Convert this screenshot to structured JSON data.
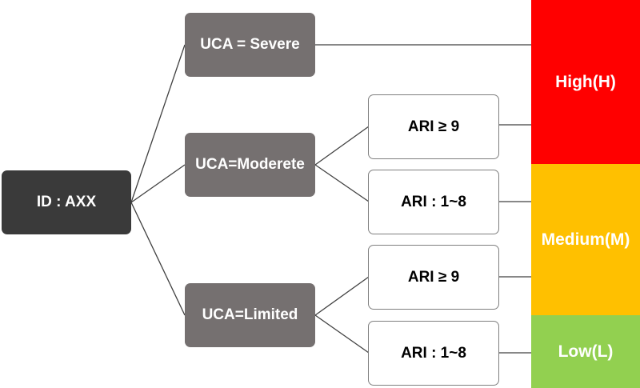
{
  "root": {
    "label": "ID : AXX",
    "color": "#3a3a3a"
  },
  "uca": [
    {
      "label": "UCA  = Severe"
    },
    {
      "label": "UCA=Moderete"
    },
    {
      "label": "UCA=Limited"
    }
  ],
  "ari": [
    {
      "label": "ARI  ≥  9"
    },
    {
      "label": "ARI : 1~8"
    },
    {
      "label": "ARI  ≥  9"
    },
    {
      "label": "ARI : 1~8"
    }
  ],
  "levels": [
    {
      "label": "High(H)",
      "color": "#ff0000"
    },
    {
      "label": "Medium(M)",
      "color": "#ffc000"
    },
    {
      "label": "Low(L)",
      "color": "#92d050"
    }
  ],
  "colors": {
    "uca_box": "#757070",
    "ari_border": "#7f7f7f",
    "connector": "#404040"
  }
}
